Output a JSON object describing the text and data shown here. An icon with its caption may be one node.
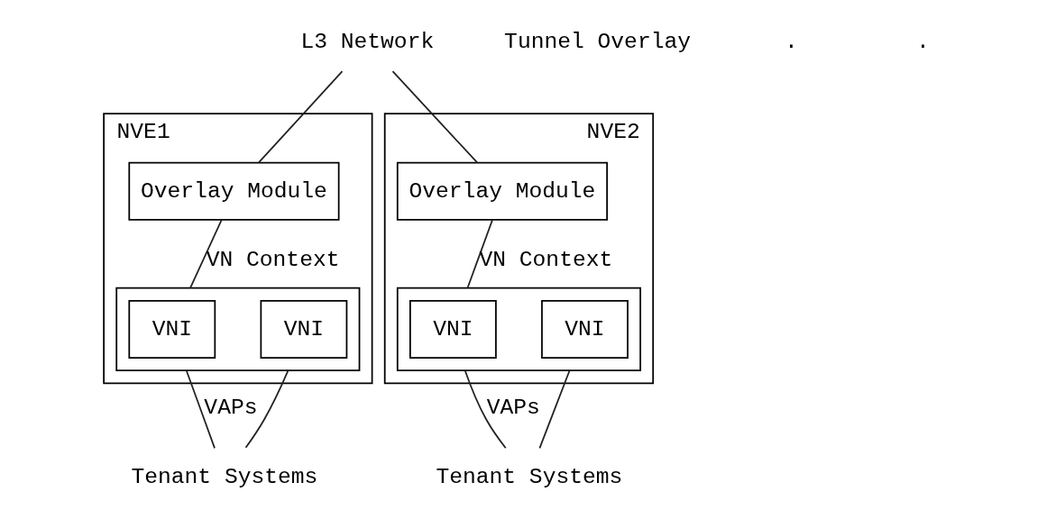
{
  "diagram": {
    "nodes": [
      {
        "text": [
          "L3 Network"
        ]
      },
      {
        "text": [
          "NVE1"
        ]
      },
      {
        "text": [
          "Overlay Module"
        ],
        "in": 1
      },
      {
        "text": [],
        "shape": "box",
        "in": 1
      },
      {
        "text": [
          "VNI"
        ],
        "in": 3
      },
      {
        "text": [
          "VNI"
        ],
        "in": 3
      },
      {
        "text": [
          "Tenant Systems"
        ]
      },
      {
        "text": [
          "NVE2"
        ]
      },
      {
        "text": [
          "Overlay Module"
        ],
        "in": 7
      },
      {
        "text": [],
        "shape": "box",
        "in": 7
      },
      {
        "text": [
          "VNI"
        ],
        "in": 9
      },
      {
        "text": [
          "VNI"
        ],
        "in": 9
      },
      {
        "text": [
          "Tenant Systems"
        ]
      }
    ],
    "edges": [
      {
        "from": 0,
        "to": 2,
        "arrow": "none"
      },
      {
        "from": 0,
        "to": 8,
        "arrow": "none"
      },
      {
        "from": 2,
        "to": 3,
        "arrow": "none",
        "label": "VN Context"
      },
      {
        "from": 3,
        "to": 6,
        "arrow": "none",
        "label": "VAPs"
      },
      {
        "from": 3,
        "to": 6,
        "arrow": "none"
      },
      {
        "from": 8,
        "to": 9,
        "arrow": "none",
        "label": "VN Context"
      },
      {
        "from": 9,
        "to": 12,
        "arrow": "none",
        "label": "VAPs"
      },
      {
        "from": 9,
        "to": 12,
        "arrow": "none"
      }
    ],
    "labels": [
      "Tunnel Overlay",
      ".",
      "."
    ]
  }
}
